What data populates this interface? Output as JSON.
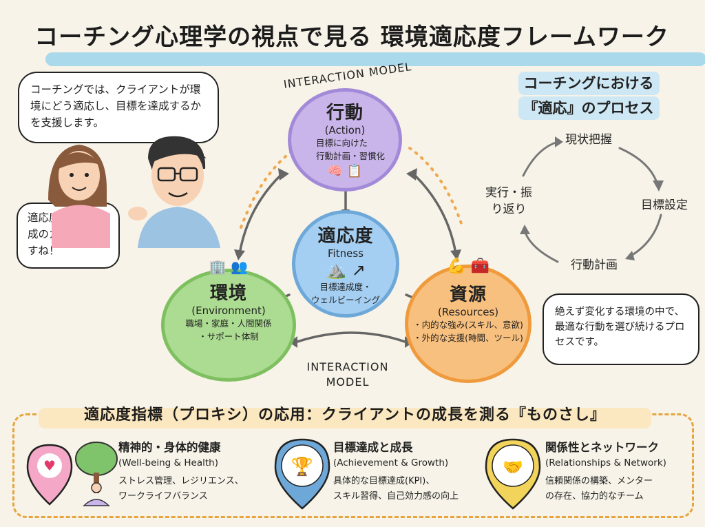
{
  "title": "コーチング心理学の視点で見る 環境適応度フレームワーク",
  "speech": {
    "coach": "コーチングでは、クライアントが環境にどう適応し、目標を達成するかを支援します。",
    "client": "適応度が目標達成のカギなんですね！"
  },
  "diagram": {
    "model_label_top": "INTERACTION MODEL",
    "model_label_bottom_1": "INTERACTION",
    "model_label_bottom_2": "MODEL",
    "action": {
      "title": "行動",
      "sub": "(Action)",
      "desc1": "目標に向けた",
      "desc2": "行動計画・習慣化"
    },
    "fitness": {
      "title": "適応度",
      "sub": "Fitness",
      "desc1": "目標達成度・",
      "desc2": "ウェルビーイング"
    },
    "environment": {
      "title": "環境",
      "sub": "(Environment)",
      "desc1": "職場・家庭・人間関係",
      "desc2": "・サポート体制"
    },
    "resources": {
      "title": "資源",
      "sub": "(Resources)",
      "desc1": "・内的な強み(スキル、意欲)",
      "desc2": "・外的な支援(時間、ツール)"
    }
  },
  "process": {
    "heading1": "コーチングにおける",
    "heading2": "『適応』のプロセス",
    "steps": [
      "現状把握",
      "目標設定",
      "行動計画",
      "実行・振り返り"
    ],
    "note": "絶えず変化する環境の中で、最適な行動を選び続けるプロセスです。"
  },
  "bottom": {
    "heading": "適応度指標（プロキシ）の応用：クライアントの成長を測る『ものさし』",
    "cards": [
      {
        "title": "精神的・身体的健康",
        "sub": "(Well-being & Health)",
        "desc1": "ストレス管理、レジリエンス、",
        "desc2": "ワークライフバランス"
      },
      {
        "title": "目標達成と成長",
        "sub": "(Achievement & Growth)",
        "desc1": "具体的な目標達成(KPI)、",
        "desc2": "スキル習得、自己効力感の向上"
      },
      {
        "title": "関係性とネットワーク",
        "sub": "(Relationships & Network)",
        "desc1": "信頼関係の構築、メンター",
        "desc2": "の存在、協力的なチーム"
      }
    ]
  },
  "colors": {
    "action": "#b9a3de",
    "fitness": "#8fc2ec",
    "environment": "#9fd487",
    "resources": "#f6b56a",
    "accent_blue": "#9dd3ec",
    "accent_orange": "#e6a43c"
  }
}
